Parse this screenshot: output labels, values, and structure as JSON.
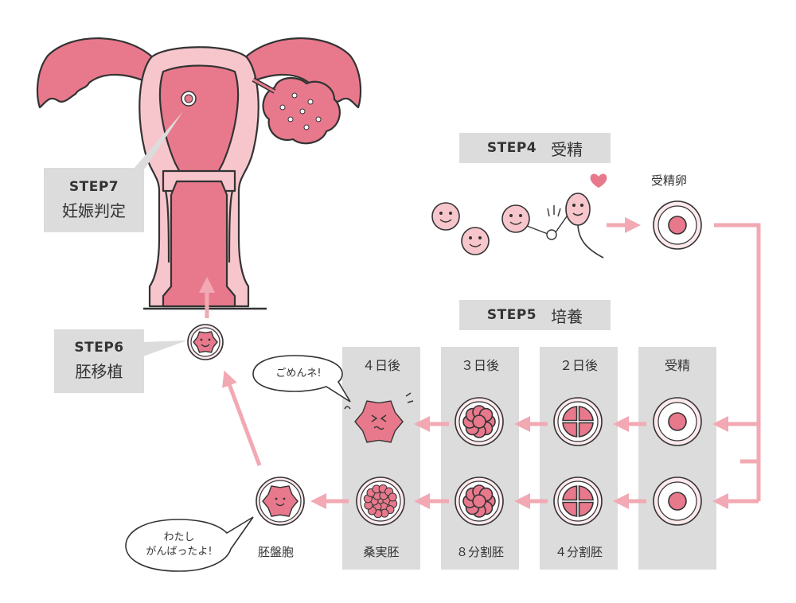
{
  "step4": {
    "step": "STEP4",
    "title": "受精"
  },
  "step5": {
    "step": "STEP5",
    "title": "培養"
  },
  "step6": {
    "step": "STEP6",
    "title": "胚移植"
  },
  "step7": {
    "step": "STEP7",
    "title": "妊娠判定"
  },
  "fertilized_egg_label": "受精卵",
  "columns": [
    {
      "header": "受精",
      "bottom_label": ""
    },
    {
      "header": "２日後",
      "bottom_label": "４分割胚"
    },
    {
      "header": "３日後",
      "bottom_label": "８分割胚"
    },
    {
      "header": "４日後",
      "bottom_label": "桑実胚"
    }
  ],
  "blastocyst_label": "胚盤胞",
  "bubble_sorry": "ごめんネ!",
  "bubble_did_best": [
    "わたし",
    "がんばったよ!"
  ],
  "colors": {
    "pink": "#e8798c",
    "light_pink": "#f7c6cc",
    "arrow_pink": "#f2a9b3",
    "panel_gray": "#dcdcdc",
    "outline": "#333333"
  }
}
